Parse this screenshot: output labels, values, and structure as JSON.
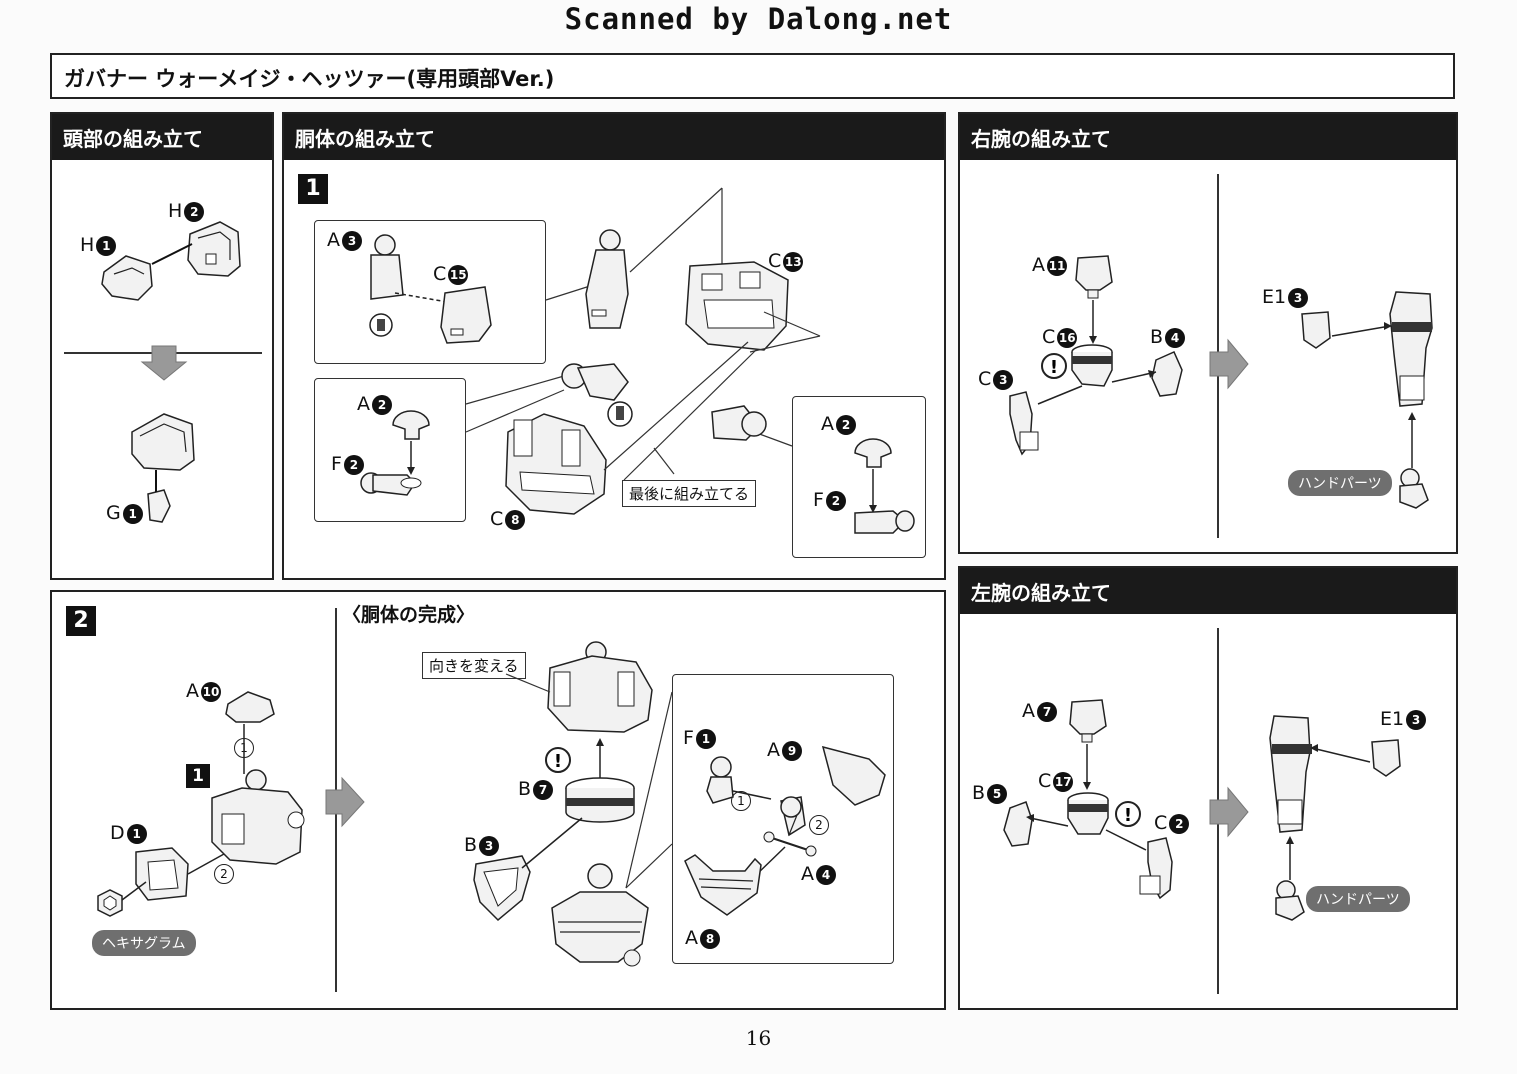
{
  "scan_credit": "Scanned by Dalong.net",
  "main_title": "ガバナー ウォーメイジ・ヘッツァー(専用頭部Ver.)",
  "sections": {
    "head": "頭部の組み立て",
    "torso": "胴体の組み立て",
    "right_arm": "右腕の組み立て",
    "left_arm": "左腕の組み立て"
  },
  "steps": {
    "one": "1",
    "two": "2"
  },
  "torso_complete": "〈胴体の完成〉",
  "callouts": {
    "assemble_last": "最後に組み立てる",
    "change_direction": "向きを変える"
  },
  "pills": {
    "hexagram": "ヘキサグラム",
    "hand_parts_right": "ハンドパーツ",
    "hand_parts_left": "ハンドパーツ"
  },
  "part_labels": {
    "head_h1": {
      "letter": "H",
      "num": "1"
    },
    "head_h2": {
      "letter": "H",
      "num": "2"
    },
    "head_g1": {
      "letter": "G",
      "num": "1"
    },
    "t1_a3": {
      "letter": "A",
      "num": "3"
    },
    "t1_c15": {
      "letter": "C",
      "num": "15"
    },
    "t1_a2_left": {
      "letter": "A",
      "num": "2"
    },
    "t1_f2_left": {
      "letter": "F",
      "num": "2"
    },
    "t1_c13": {
      "letter": "C",
      "num": "13"
    },
    "t1_c8": {
      "letter": "C",
      "num": "8"
    },
    "t1_a2_right": {
      "letter": "A",
      "num": "2"
    },
    "t1_f2_right": {
      "letter": "F",
      "num": "2"
    },
    "ra_a11": {
      "letter": "A",
      "num": "11"
    },
    "ra_c16": {
      "letter": "C",
      "num": "16"
    },
    "ra_b4": {
      "letter": "B",
      "num": "4"
    },
    "ra_c3": {
      "letter": "C",
      "num": "3"
    },
    "ra_e13": {
      "letter": "E1",
      "num": "3"
    },
    "t2_a10": {
      "letter": "A",
      "num": "10"
    },
    "t2_d1": {
      "letter": "D",
      "num": "1"
    },
    "t2_b7": {
      "letter": "B",
      "num": "7"
    },
    "t2_b3": {
      "letter": "B",
      "num": "3"
    },
    "t2_f1": {
      "letter": "F",
      "num": "1"
    },
    "t2_a9": {
      "letter": "A",
      "num": "9"
    },
    "t2_a4": {
      "letter": "A",
      "num": "4"
    },
    "t2_a8": {
      "letter": "A",
      "num": "8"
    },
    "la_a7": {
      "letter": "A",
      "num": "7"
    },
    "la_c17": {
      "letter": "C",
      "num": "17"
    },
    "la_b5": {
      "letter": "B",
      "num": "5"
    },
    "la_c2": {
      "letter": "C",
      "num": "2"
    },
    "la_e13": {
      "letter": "E1",
      "num": "3"
    }
  },
  "order_marks": {
    "one": "1",
    "two": "2"
  },
  "warning_mark": "!",
  "page_number": "16"
}
